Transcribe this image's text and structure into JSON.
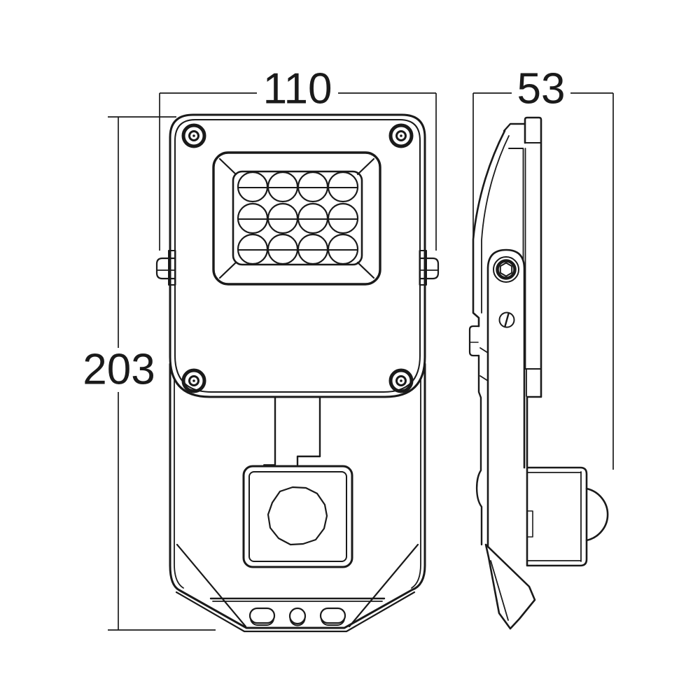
{
  "diagram": {
    "type": "technical-dimension-drawing",
    "subject": "led-floodlight-with-pir-sensor",
    "colors": {
      "background": "#ffffff",
      "line": "#1a1a1a"
    },
    "dimensions": {
      "width": "110",
      "depth": "53",
      "height": "203"
    },
    "led_grid": {
      "columns": 4,
      "rows": 3,
      "lens_count": 12
    },
    "mounting_holes": 3,
    "corner_screws": 4
  }
}
